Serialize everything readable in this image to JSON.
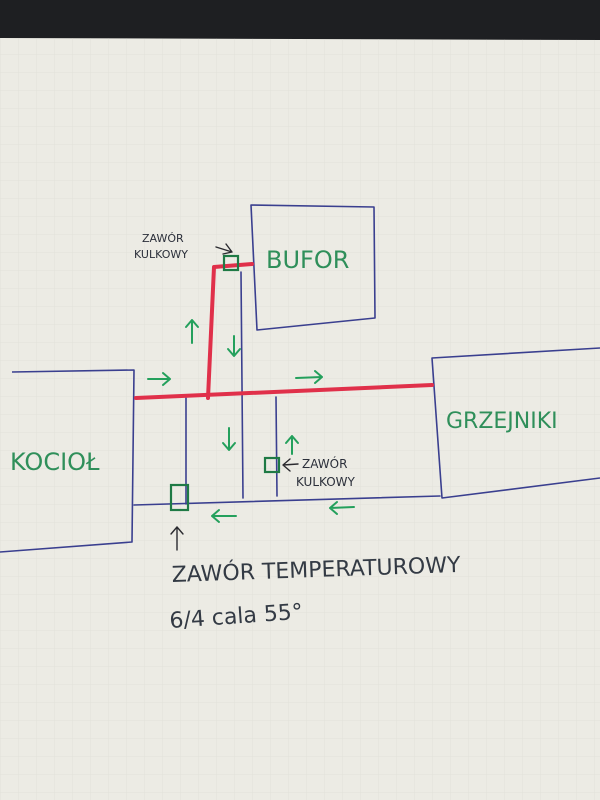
{
  "components": {
    "kociol": "KOCIOŁ",
    "bufor": "BUFOR",
    "grzejniki": "GRZEJNIKI"
  },
  "valves": {
    "ball_top": [
      "ZAWÓR",
      "KULKOWY"
    ],
    "ball_mid": [
      "ZAWÓR",
      "KULKOWY"
    ],
    "thermo_line1": "ZAWÓR TEMPERATUROWY",
    "thermo_line2": "6/4 cala 55°"
  },
  "colors": {
    "paper": "#ecebe4",
    "ink": "#3a3f8f",
    "pipe_hot": "#e0304a",
    "label": "#2f8f5a",
    "arrow": "#24a05c",
    "text": "#333a44"
  }
}
